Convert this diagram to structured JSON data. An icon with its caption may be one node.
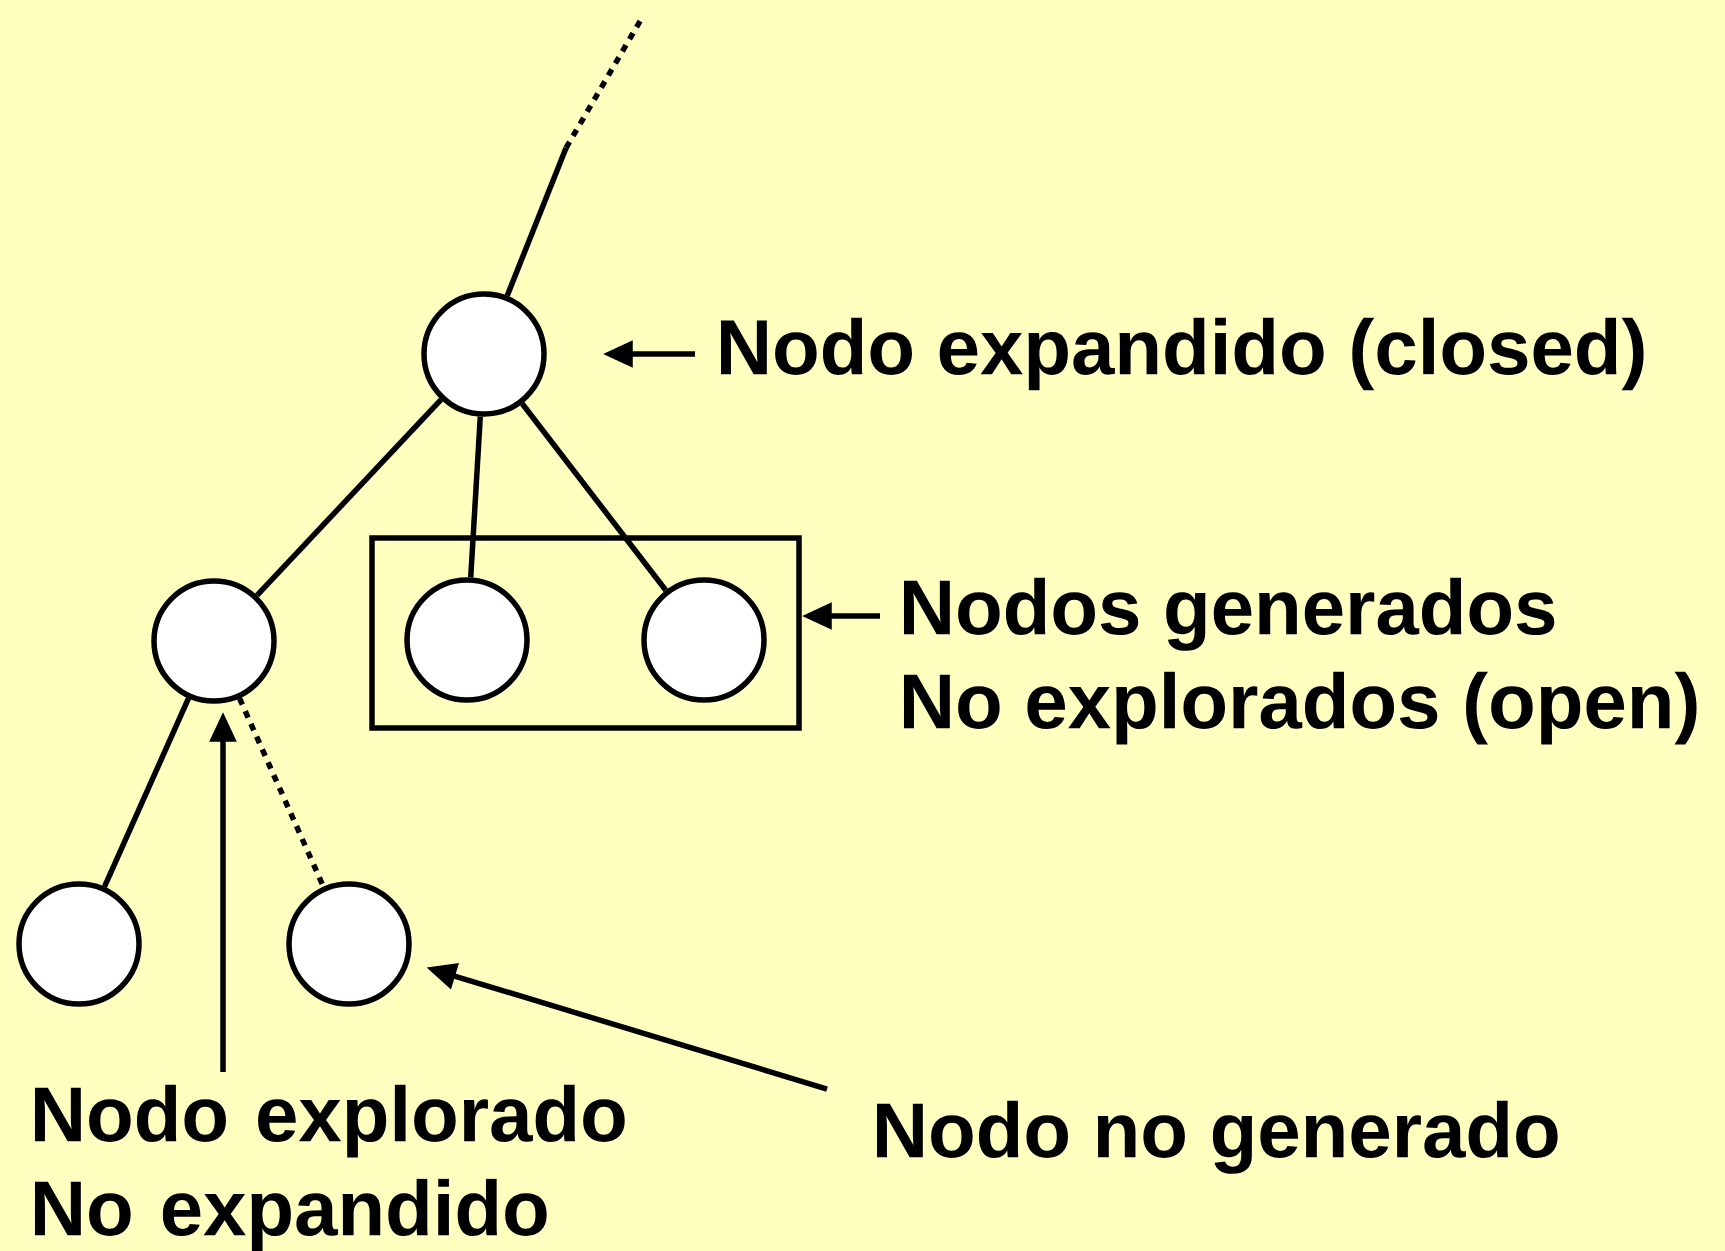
{
  "diagram": {
    "nodes": [
      {
        "text": [],
        "shape": "circle"
      },
      {
        "text": [
          "Nodo expandido (closed)"
        ]
      },
      {
        "text": [],
        "shape": "circle"
      },
      {
        "text": [],
        "shape": "box"
      },
      {
        "text": [],
        "shape": "circle",
        "in": 3
      },
      {
        "text": [],
        "shape": "circle",
        "in": 3
      },
      {
        "text": [
          "Nodos generados",
          "No explorados (open)"
        ]
      },
      {
        "text": [],
        "shape": "circle"
      },
      {
        "text": [],
        "shape": "circle"
      },
      {
        "text": [
          "Nodo explorado No expandido"
        ]
      },
      {
        "text": [
          "Nodo no generado"
        ]
      }
    ],
    "edges": [
      {
        "from": null,
        "to": 0,
        "arrow": "none"
      },
      {
        "from": 0,
        "to": 2,
        "arrow": "none"
      },
      {
        "from": 0,
        "to": 4,
        "arrow": "none"
      },
      {
        "from": 0,
        "to": 5,
        "arrow": "none"
      },
      {
        "from": 2,
        "to": 7,
        "arrow": "none"
      },
      {
        "from": 2,
        "to": 8,
        "arrow": "none",
        "style": "dashed"
      },
      {
        "from": 1,
        "to": 0,
        "arrow": "to"
      },
      {
        "from": 6,
        "to": 3,
        "arrow": "to"
      },
      {
        "from": 9,
        "to": 2,
        "arrow": "to"
      },
      {
        "from": 10,
        "to": 8,
        "arrow": "to"
      }
    ]
  }
}
